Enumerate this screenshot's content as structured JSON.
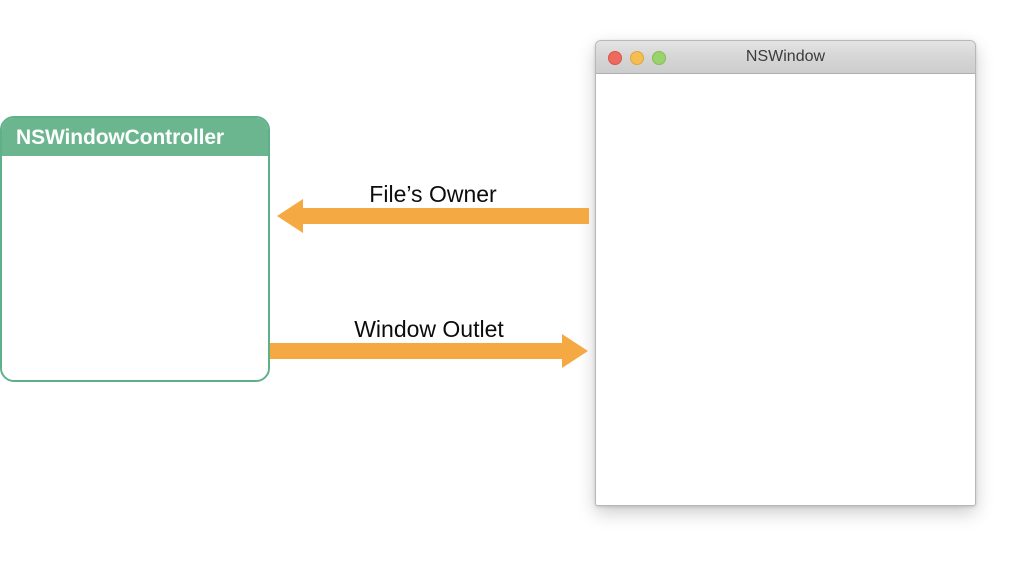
{
  "diagram": {
    "title": "NSWindowController and NSWindow relationship diagram",
    "colors": {
      "accent_green": "#6bb68f",
      "accent_green_border": "#5fb088",
      "arrow_orange": "#f5a943",
      "traffic_red": "#ee6a5f",
      "traffic_yellow": "#f6bd50",
      "traffic_green": "#9ad36c",
      "text_black": "#0c0c0c",
      "titlebar_text": "#3b3b3b"
    }
  },
  "controller": {
    "title": "NSWindowController"
  },
  "window": {
    "title": "NSWindow",
    "traffic_lights": [
      {
        "name": "close",
        "color": "#ee6a5f"
      },
      {
        "name": "minimize",
        "color": "#f6bd50"
      },
      {
        "name": "zoom",
        "color": "#9ad36c"
      }
    ]
  },
  "connections": [
    {
      "label": "File’s Owner",
      "direction": "left",
      "from": "NSWindow",
      "to": "NSWindowController"
    },
    {
      "label": "Window Outlet",
      "direction": "right",
      "from": "NSWindowController",
      "to": "NSWindow"
    }
  ]
}
